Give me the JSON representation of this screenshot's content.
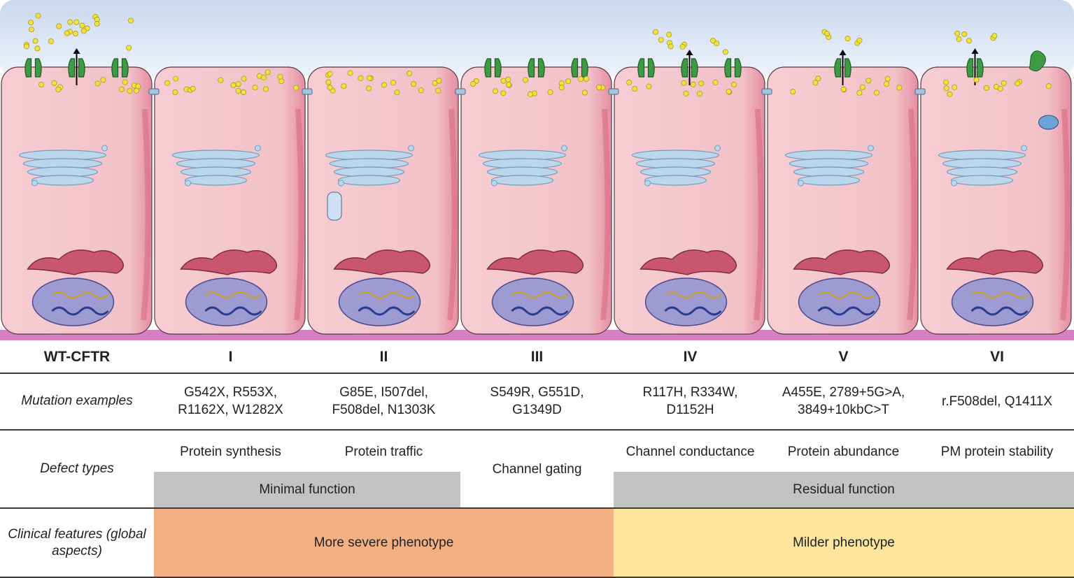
{
  "columns": [
    {
      "label": "WT-CFTR",
      "mutations": [],
      "defect": ""
    },
    {
      "label": "I",
      "mutations": [
        "G542X, R553X,",
        "R1162X, W1282X"
      ],
      "defect": "Protein synthesis"
    },
    {
      "label": "II",
      "mutations": [
        "G85E, I507del,",
        "F508del, N1303K"
      ],
      "defect": "Protein traffic"
    },
    {
      "label": "III",
      "mutations": [
        "S549R, G551D,",
        "G1349D"
      ],
      "defect": "Channel gating"
    },
    {
      "label": "IV",
      "mutations": [
        "R117H, R334W,",
        "D1152H"
      ],
      "defect": "Channel conductance"
    },
    {
      "label": "V",
      "mutations": [
        "A455E, 2789+5G>A,",
        "3849+10kbC>T"
      ],
      "defect": "Protein abundance"
    },
    {
      "label": "VI",
      "mutations": [
        "r.F508del, Q1411X"
      ],
      "defect": "PM protein stability"
    }
  ],
  "row_labels": {
    "mutation_examples": "Mutation examples",
    "defect_types": "Defect types",
    "clinical_features_line1": "Clinical features (global",
    "clinical_features_line2": "aspects)"
  },
  "function_bands": {
    "minimal": "Minimal function",
    "residual": "Residual function"
  },
  "phenotype_bands": {
    "severe": "More severe phenotype",
    "milder": "Milder phenotype"
  },
  "colors": {
    "lumen_top": "#c9d8ee",
    "cell_fill": "#f4c6cc",
    "cell_edge": "#d96a86",
    "basal": "#d77fc4",
    "channel": "#3f9a45",
    "ion": "#f3e23c",
    "golgi": "#bcd6ec",
    "er": "#c8566e",
    "nucleus": "#9d9bd2",
    "band_gray": "#c3c3c3",
    "severe": "#f3b183",
    "milder": "#fde59c"
  }
}
